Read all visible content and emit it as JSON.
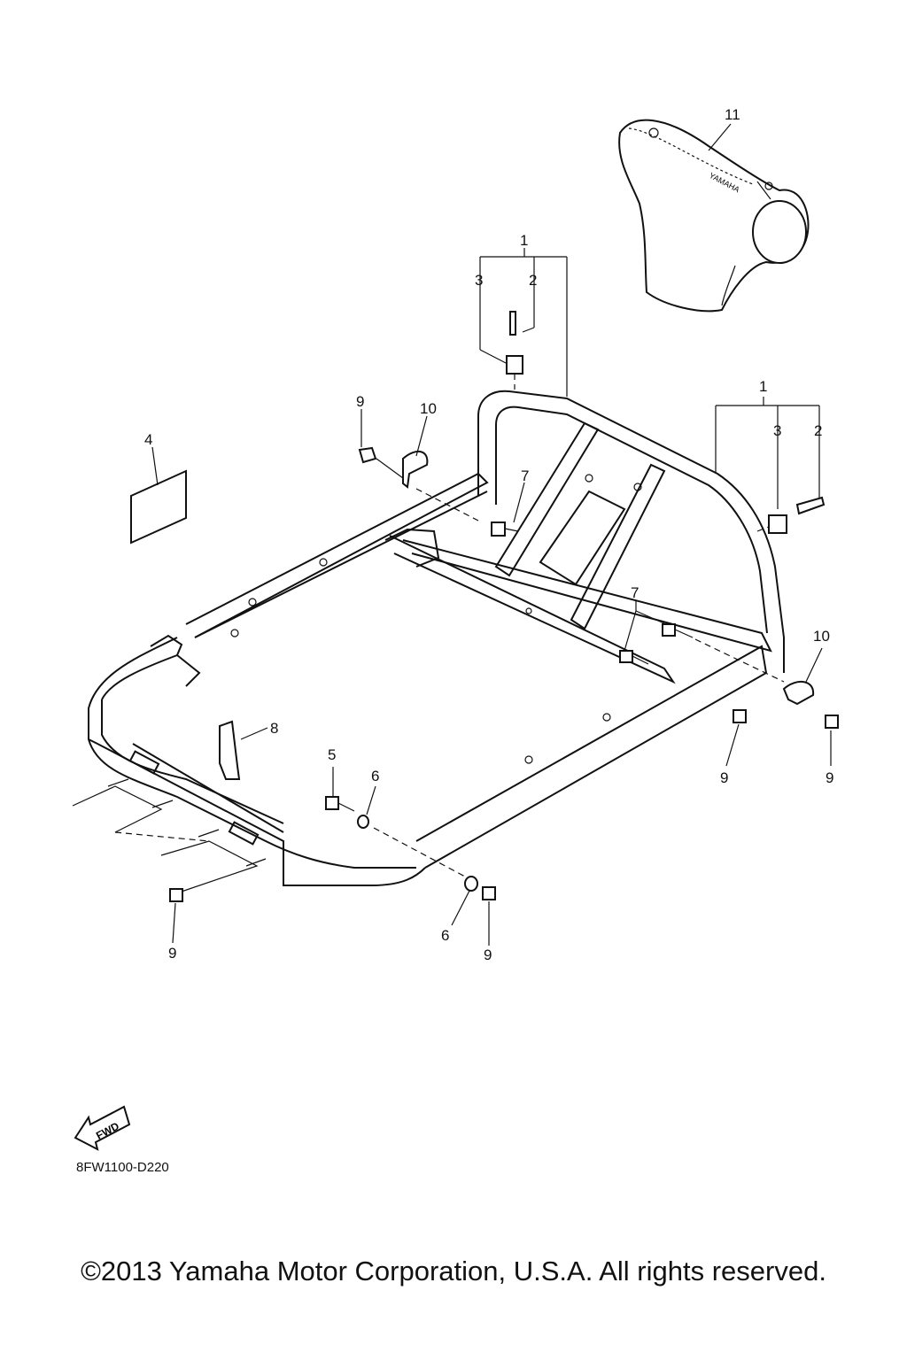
{
  "callouts": {
    "c11": "11",
    "c1a": "1",
    "c3a": "3",
    "c2a": "2",
    "c1b": "1",
    "c3b": "3",
    "c2b": "2",
    "c4": "4",
    "c9a": "9",
    "c10a": "10",
    "c7a": "7",
    "c7b": "7",
    "c10b": "10",
    "c8": "8",
    "c5": "5",
    "c6a": "6",
    "c9b": "9",
    "c9c": "9",
    "c9d": "9",
    "c6b": "6",
    "c9e": "9"
  },
  "fwd_label": "FWD",
  "diagram_code": "8FW1100-D220",
  "copyright": "©2013 Yamaha Motor Corporation, U.S.A. All rights reserved."
}
